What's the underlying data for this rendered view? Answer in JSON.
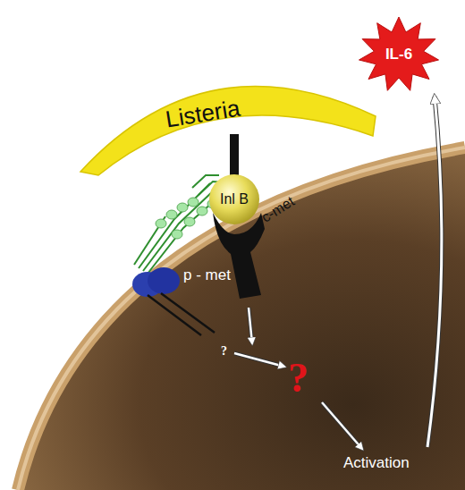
{
  "diagram": {
    "nodes": [
      {
        "text": [
          "Listeria"
        ]
      },
      {
        "text": [
          "Inl B"
        ]
      },
      {
        "text": [
          "IL-6"
        ]
      }
    ],
    "labels": [
      "c-met",
      "p - met",
      "?",
      "?",
      "Activation"
    ]
  }
}
